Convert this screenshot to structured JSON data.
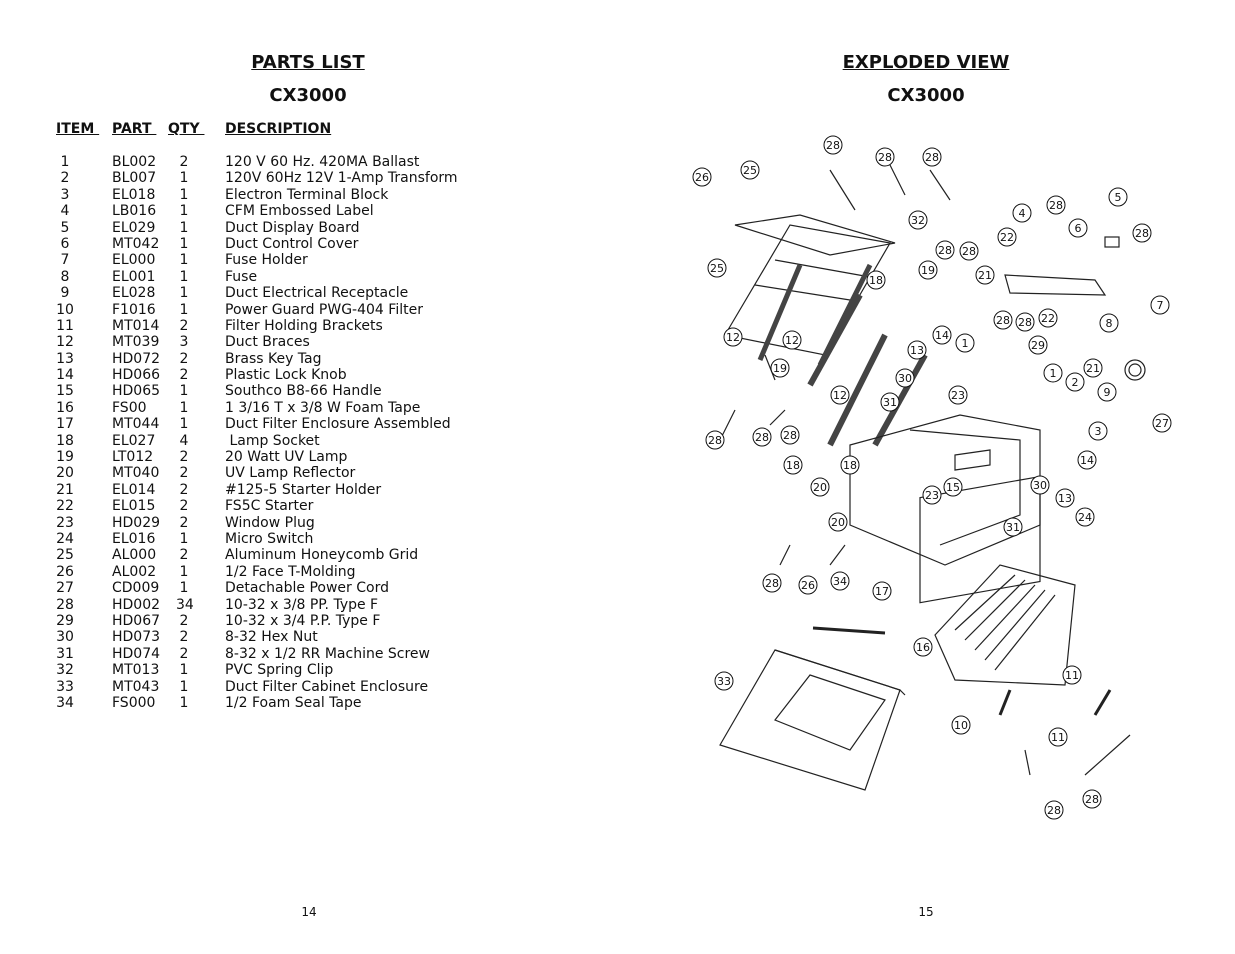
{
  "left_page": {
    "heading": "PARTS LIST",
    "model": "CX3000",
    "columns": {
      "item": "ITEM ",
      "part": "PART ",
      "qty": "QTY ",
      "description": "DESCRIPTION"
    },
    "rows": [
      {
        "item": "1",
        "part": "BL002",
        "qty": "2",
        "description": "120 V 60 Hz. 420MA Ballast"
      },
      {
        "item": "2",
        "part": "BL007",
        "qty": "1",
        "description": "120V 60Hz 12V 1-Amp Transform"
      },
      {
        "item": "3",
        "part": "EL018",
        "qty": "1",
        "description": "Electron Terminal Block"
      },
      {
        "item": "4",
        "part": "LB016",
        "qty": "1",
        "description": "CFM Embossed Label"
      },
      {
        "item": "5",
        "part": "EL029",
        "qty": "1",
        "description": "Duct Display Board"
      },
      {
        "item": "6",
        "part": "MT042",
        "qty": "1",
        "description": "Duct Control Cover"
      },
      {
        "item": "7",
        "part": "EL000",
        "qty": "1",
        "description": "Fuse Holder"
      },
      {
        "item": "8",
        "part": "EL001",
        "qty": "1",
        "description": "Fuse"
      },
      {
        "item": "9",
        "part": "EL028",
        "qty": "1",
        "description": "Duct Electrical Receptacle"
      },
      {
        "item": "10",
        "part": "F1016",
        "qty": "1",
        "description": "Power Guard PWG-404 Filter"
      },
      {
        "item": "11",
        "part": "MT014",
        "qty": "2",
        "description": "Filter Holding Brackets"
      },
      {
        "item": "12",
        "part": "MT039",
        "qty": "3",
        "description": "Duct Braces"
      },
      {
        "item": "13",
        "part": "HD072",
        "qty": "2",
        "description": "Brass Key Tag"
      },
      {
        "item": "14",
        "part": "HD066",
        "qty": "2",
        "description": "Plastic Lock Knob"
      },
      {
        "item": "15",
        "part": "HD065",
        "qty": "1",
        "description": "Southco B8-66 Handle"
      },
      {
        "item": "16",
        "part": "FS00",
        "qty": "1",
        "description": "1 3/16 T x 3/8 W Foam Tape"
      },
      {
        "item": "17",
        "part": "MT044",
        "qty": "1",
        "description": "Duct Filter Enclosure Assembled"
      },
      {
        "item": "18",
        "part": "EL027",
        "qty": "4",
        "description": " Lamp Socket"
      },
      {
        "item": "19",
        "part": "LT012",
        "qty": "2",
        "description": "20 Watt UV Lamp"
      },
      {
        "item": "20",
        "part": "MT040",
        "qty": "2",
        "description": "UV Lamp Reflector"
      },
      {
        "item": "21",
        "part": "EL014",
        "qty": "2",
        "description": "#125-5 Starter Holder"
      },
      {
        "item": "22",
        "part": "EL015",
        "qty": "2",
        "description": "FS5C Starter"
      },
      {
        "item": "23",
        "part": "HD029",
        "qty": "2",
        "description": "Window Plug"
      },
      {
        "item": "24",
        "part": "EL016",
        "qty": "1",
        "description": "Micro Switch"
      },
      {
        "item": "25",
        "part": "AL000",
        "qty": "2",
        "description": "Aluminum Honeycomb Grid"
      },
      {
        "item": "26",
        "part": "AL002",
        "qty": "1",
        "description": "1/2 Face T-Molding"
      },
      {
        "item": "27",
        "part": "CD009",
        "qty": "1",
        "description": "Detachable Power Cord"
      },
      {
        "item": "28",
        "part": "HD002",
        "qty": "34",
        "description": "10-32 x 3/8 PP. Type F"
      },
      {
        "item": "29",
        "part": "HD067",
        "qty": "2",
        "description": "10-32 x 3/4 P.P. Type F"
      },
      {
        "item": "30",
        "part": "HD073",
        "qty": "2",
        "description": "8-32 Hex Nut"
      },
      {
        "item": "31",
        "part": "HD074",
        "qty": "2",
        "description": "8-32 x 1/2 RR Machine Screw"
      },
      {
        "item": "32",
        "part": "MT013",
        "qty": "1",
        "description": "PVC Spring Clip"
      },
      {
        "item": "33",
        "part": "MT043",
        "qty": "1",
        "description": "Duct Filter Cabinet Enclosure"
      },
      {
        "item": "34",
        "part": "FS000",
        "qty": "1",
        "description": "1/2 Foam Seal Tape"
      }
    ],
    "page_number": "14"
  },
  "right_page": {
    "heading": "EXPLODED VIEW",
    "model": "CX3000",
    "callouts": [
      "28",
      "28",
      "28",
      "26",
      "25",
      "25",
      "32",
      "18",
      "19",
      "28",
      "28",
      "21",
      "22",
      "4",
      "28",
      "6",
      "5",
      "28",
      "7",
      "12",
      "12",
      "19",
      "12",
      "13",
      "14",
      "1",
      "28",
      "28",
      "29",
      "22",
      "8",
      "21",
      "9",
      "27",
      "23",
      "30",
      "31",
      "1",
      "2",
      "3",
      "14",
      "28",
      "28",
      "28",
      "18",
      "20",
      "18",
      "20",
      "23",
      "15",
      "30",
      "13",
      "24",
      "31",
      "28",
      "26",
      "34",
      "17",
      "16",
      "33",
      "10",
      "11",
      "11",
      "28",
      "28"
    ],
    "page_number": "15"
  }
}
